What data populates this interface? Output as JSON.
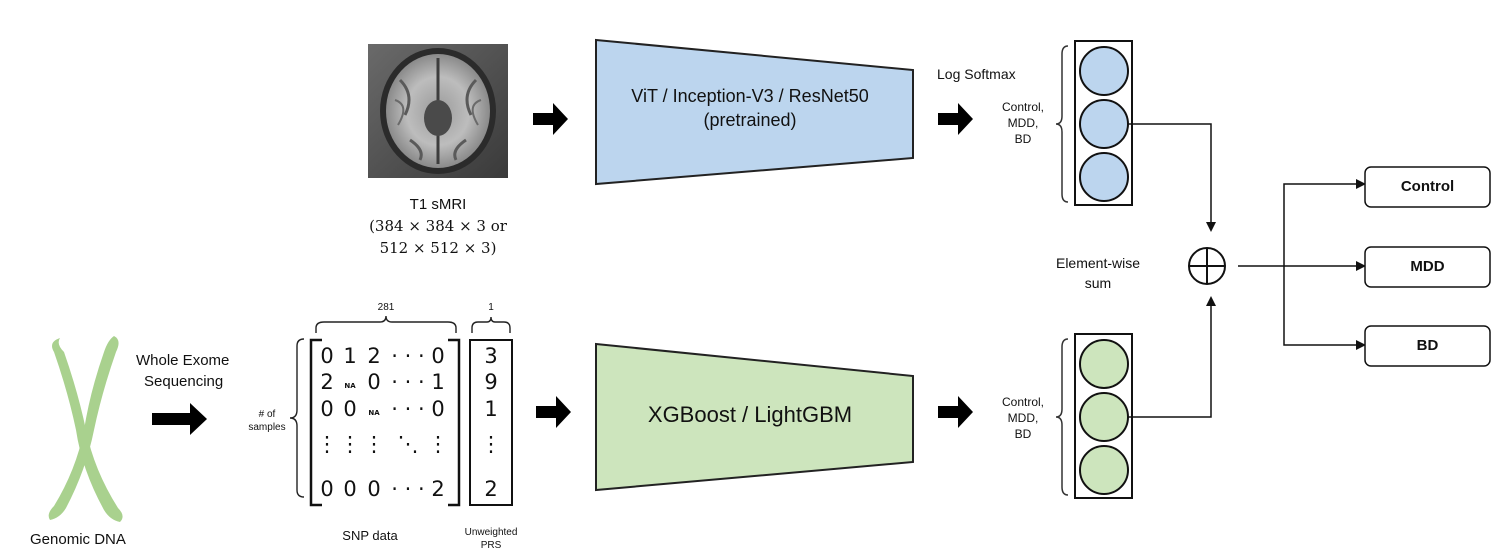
{
  "mri": {
    "caption_title": "T1 sMRI",
    "caption_dims_1": "(384 × 384 × 3 or",
    "caption_dims_2": "512 × 512 × 3)"
  },
  "image_model": {
    "line1": "ViT / Inception-V3 / ResNet50",
    "line2": "(pretrained)",
    "fill": "#bcd5ee"
  },
  "tabular_model": {
    "label": "XGBoost / LightGBM",
    "fill": "#cde5bd"
  },
  "log_softmax": "Log Softmax",
  "output_labels": [
    "Control,",
    "MDD,",
    "BD"
  ],
  "fusion": {
    "line1": "Element-wise",
    "line2": "sum"
  },
  "classes": [
    "Control",
    "MDD",
    "BD"
  ],
  "genomic": {
    "label": "Genomic DNA",
    "color": "#a9d18e"
  },
  "wes": {
    "line1": "Whole Exome",
    "line2": "Sequencing"
  },
  "samples_label": {
    "line1": "# of",
    "line2": "samples"
  },
  "snp": {
    "count": "281",
    "label": "SNP data",
    "rows": [
      [
        "0",
        "1",
        "2",
        "· · ·",
        "0"
      ],
      [
        "2",
        "NA",
        "0",
        "· · ·",
        "1"
      ],
      [
        "0",
        "0",
        "NA",
        "· · ·",
        "0"
      ],
      [
        "⋮",
        "⋮",
        "⋮",
        "⋱",
        "⋮"
      ],
      [
        "0",
        "0",
        "0",
        "· · ·",
        "2"
      ]
    ]
  },
  "prs": {
    "count": "1",
    "label_line1": "Unweighted",
    "label_line2": "PRS",
    "values": [
      "3",
      "9",
      "1",
      "⋮",
      "2"
    ]
  }
}
